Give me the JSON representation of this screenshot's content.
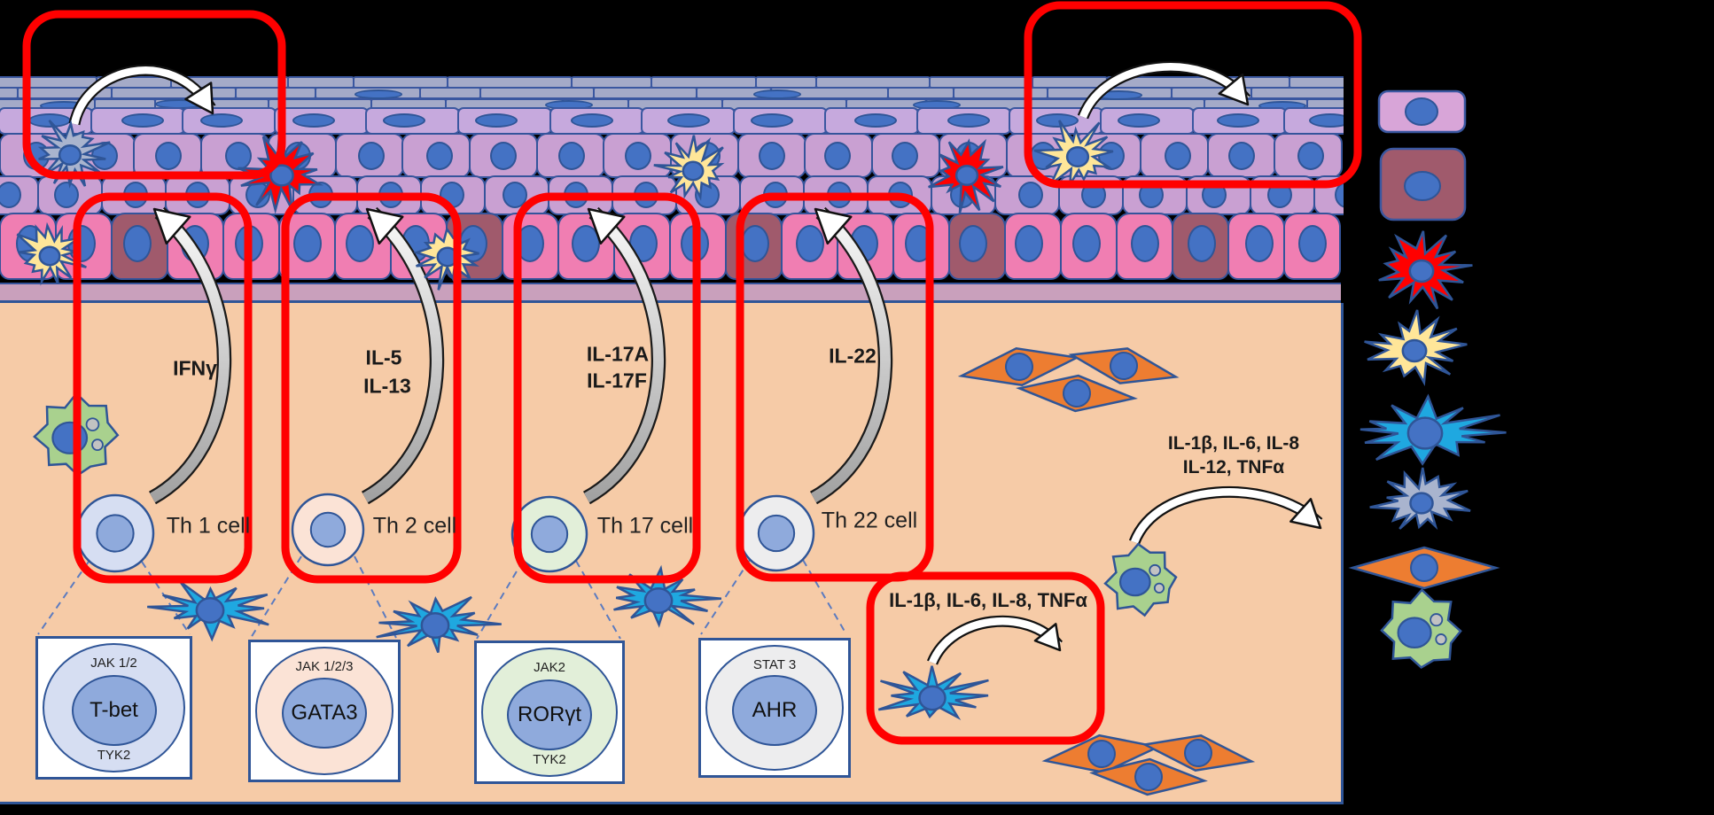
{
  "diagram": {
    "title": "skin-immune-th-cell-diagram",
    "labels": {
      "th1_cytokine": "IFNγ",
      "th2_cytokine_1": "IL-5",
      "th2_cytokine_2": "IL-13",
      "th17_cytokine_1": "IL-17A",
      "th17_cytokine_2": "IL-17F",
      "th22_cytokine": "IL-22",
      "innate_box_cytokines": "IL-1β, IL-6, IL-8, TNFα",
      "dendritic_cytokines_line1": "IL-1β, IL-6, IL-8",
      "dendritic_cytokines_line2": "IL-12, TNFα",
      "th1_cell": "Th 1 cell",
      "th2_cell": "Th 2 cell",
      "th17_cell": "Th 17 cell",
      "th22_cell": "Th 22 cell"
    },
    "signaling": {
      "th1": {
        "top": "JAK 1/2",
        "center": "T-bet",
        "bottom": "TYK2"
      },
      "th2": {
        "top": "JAK 1/2/3",
        "center": "GATA3",
        "bottom": ""
      },
      "th17": {
        "top": "JAK2",
        "center": "RORγt",
        "bottom": "TYK2"
      },
      "th22": {
        "top": "STAT 3",
        "center": "AHR",
        "bottom": ""
      }
    },
    "legend": {
      "items": [
        {
          "icon": "keratinocyte-icon"
        },
        {
          "icon": "activated-keratinocyte-icon"
        },
        {
          "icon": "red-inflammatory-cell-icon"
        },
        {
          "icon": "yellow-inflammatory-cell-icon"
        },
        {
          "icon": "blue-inflammatory-cell-icon"
        },
        {
          "icon": "gray-inflammatory-cell-icon"
        },
        {
          "icon": "fibroblast-icon"
        },
        {
          "icon": "dendritic-cell-icon"
        }
      ]
    },
    "colors": {
      "background": "#000000",
      "red_outline": "#FF0000",
      "dermis": "#F6CBA7",
      "membrane": "#C9A0BC",
      "corneum": "#A4AAC8",
      "granulosum": "#C6A9DD",
      "spinosum": "#C9A0D2",
      "basale_pink": "#F07EB2",
      "basale_dark": "#A05A6C",
      "cell_border": "#35549B",
      "layer_border": "#3A57A0",
      "nucleus": "#4472C4",
      "nucleus_edge": "#2F5597",
      "starburst_red": "#FF0000",
      "starburst_yellow": "#FFE699",
      "starburst_blue": "#1FA8E0",
      "starburst_gray": "#A9B4CE",
      "green_cell": "#A9D18E",
      "fibroblast": "#ED7D31",
      "th1_fill": "#D6DEF2",
      "th2_fill": "#FBE3D6",
      "th17_fill": "#E2EFD9",
      "th22_fill": "#EDEDEE",
      "inner_nucleus": "#8FAADC",
      "arrow_gray": "#9E9E9E"
    }
  }
}
